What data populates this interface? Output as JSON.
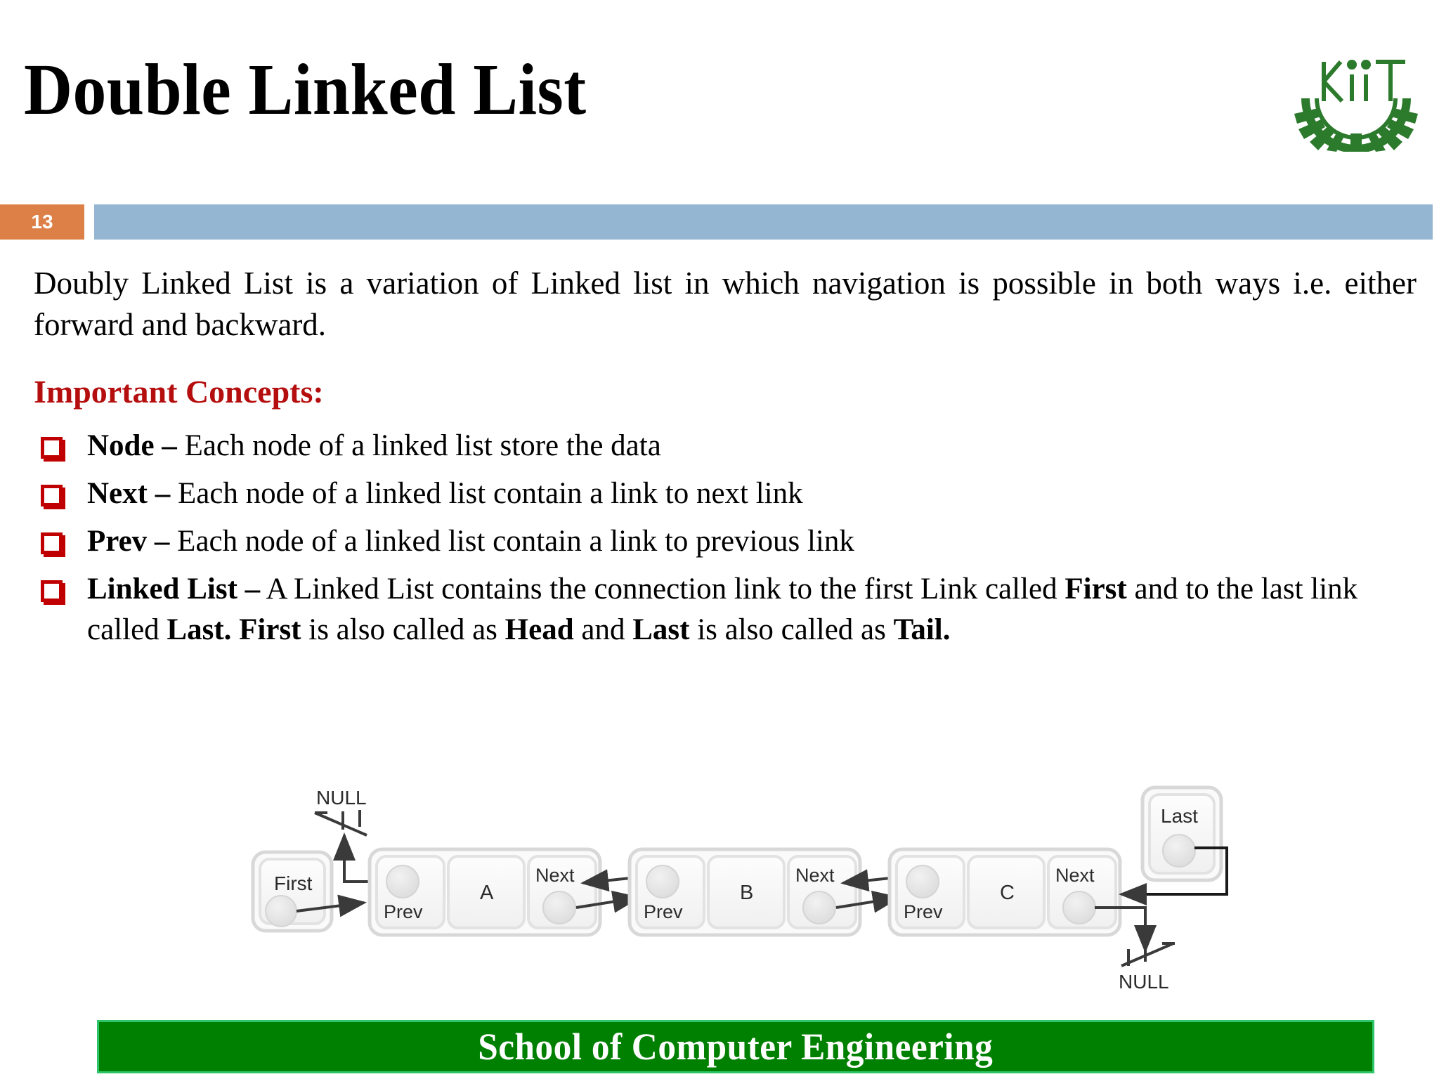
{
  "slide": {
    "title": "Double Linked List",
    "number": "13",
    "accent_orange": "#DD8047",
    "accent_blue": "#94B6D2",
    "heading_red": "#B50E0E",
    "bullet_red": "#C00000",
    "footer_green": "#008000"
  },
  "logo": {
    "name": "kiit-logo",
    "wordmark": "KiiT",
    "color": "#2C7A2C"
  },
  "body": {
    "intro": "Doubly Linked List is a variation of Linked list in which navigation is possible in both ways i.e. either forward and backward.",
    "section_heading": "Important Concepts:",
    "concepts": [
      {
        "term": "Node –",
        "description": " Each node of a linked list store the data"
      },
      {
        "term": "Next –",
        "description": " Each node of a linked list contain a link to next link"
      },
      {
        "term": "Prev –",
        "description": " Each node of a linked list contain a link to previous link"
      },
      {
        "term": "Linked List –",
        "description": " A Linked List contains the connection link to the first Link called ",
        "emph1": "First",
        "cont1": " and to the last link called ",
        "emph2": "Last. First",
        "cont2": " is also called as ",
        "emph3": "Head",
        "cont3": " and ",
        "emph4": "Last",
        "cont4": " is also called as ",
        "emph5": "Tail."
      }
    ]
  },
  "diagram": {
    "type": "doubly-linked-list",
    "head_pointer_label": "First",
    "tail_pointer_label": "Last",
    "null_top_label": "NULL",
    "null_bottom_label": "NULL",
    "field_prev_label": "Prev",
    "field_next_label": "Next",
    "nodes": [
      {
        "data": "A",
        "prev": "Prev",
        "next": "Next"
      },
      {
        "data": "B",
        "prev": "Prev",
        "next": "Next"
      },
      {
        "data": "C",
        "prev": "Prev",
        "next": "Next"
      }
    ]
  },
  "footer": {
    "text": "School of Computer Engineering"
  }
}
